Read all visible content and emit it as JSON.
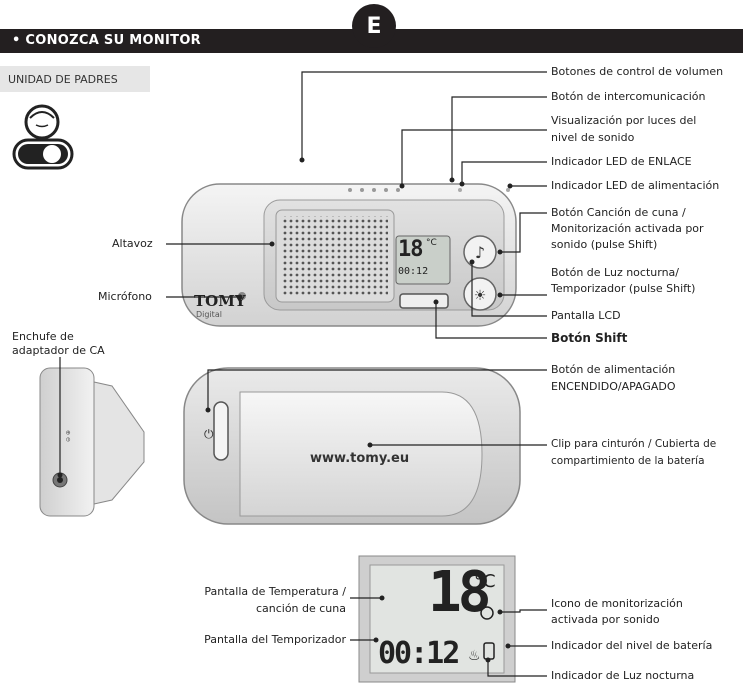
{
  "header": {
    "title": "• CONOZCA SU MONITOR",
    "badge": "E"
  },
  "section": {
    "label": "UNIDAD DE PADRES"
  },
  "device": {
    "brand": "TOMY",
    "brand_sub": "Digital",
    "lcd_temp": "18",
    "lcd_temp_unit": "°C",
    "lcd_timer": "00:12",
    "back_url": "www.tomy.eu"
  },
  "callouts_right": {
    "volume": "Botones de control de volumen",
    "intercom": "Botón de intercomunicación",
    "sound_leds_1": "Visualización por luces del",
    "sound_leds_2": "nivel de sonido",
    "link_led": "Indicador LED de ENLACE",
    "power_led": "Indicador LED de alimentación",
    "lullaby_1": "Botón Canción de cuna /",
    "lullaby_2": "Monitorización activada por",
    "lullaby_3": "sonido (pulse Shift)",
    "nightlight_1": "Botón de Luz nocturna/",
    "nightlight_2": "Temporizador (pulse Shift)",
    "lcd": "Pantalla LCD",
    "shift": "Botón Shift",
    "power_btn_1": "Botón de alimentación",
    "power_btn_2": "ENCENDIDO/APAGADO",
    "clip_1": "Clip para cinturón / Cubierta de",
    "clip_2": "compartimiento de la batería"
  },
  "callouts_left": {
    "speaker": "Altavoz",
    "mic": "Micrófono",
    "ac_1": "Enchufe de",
    "ac_2": "adaptador de CA"
  },
  "lcd_detail": {
    "temp_1": "Pantalla de Temperatura /",
    "temp_2": "canción de cuna",
    "timer": "Pantalla del Temporizador",
    "sound_icon_1": "Icono de monitorización",
    "sound_icon_2": "activada por sonido",
    "battery": "Indicador del nivel de batería",
    "nightlight": "Indicador de Luz nocturna"
  }
}
